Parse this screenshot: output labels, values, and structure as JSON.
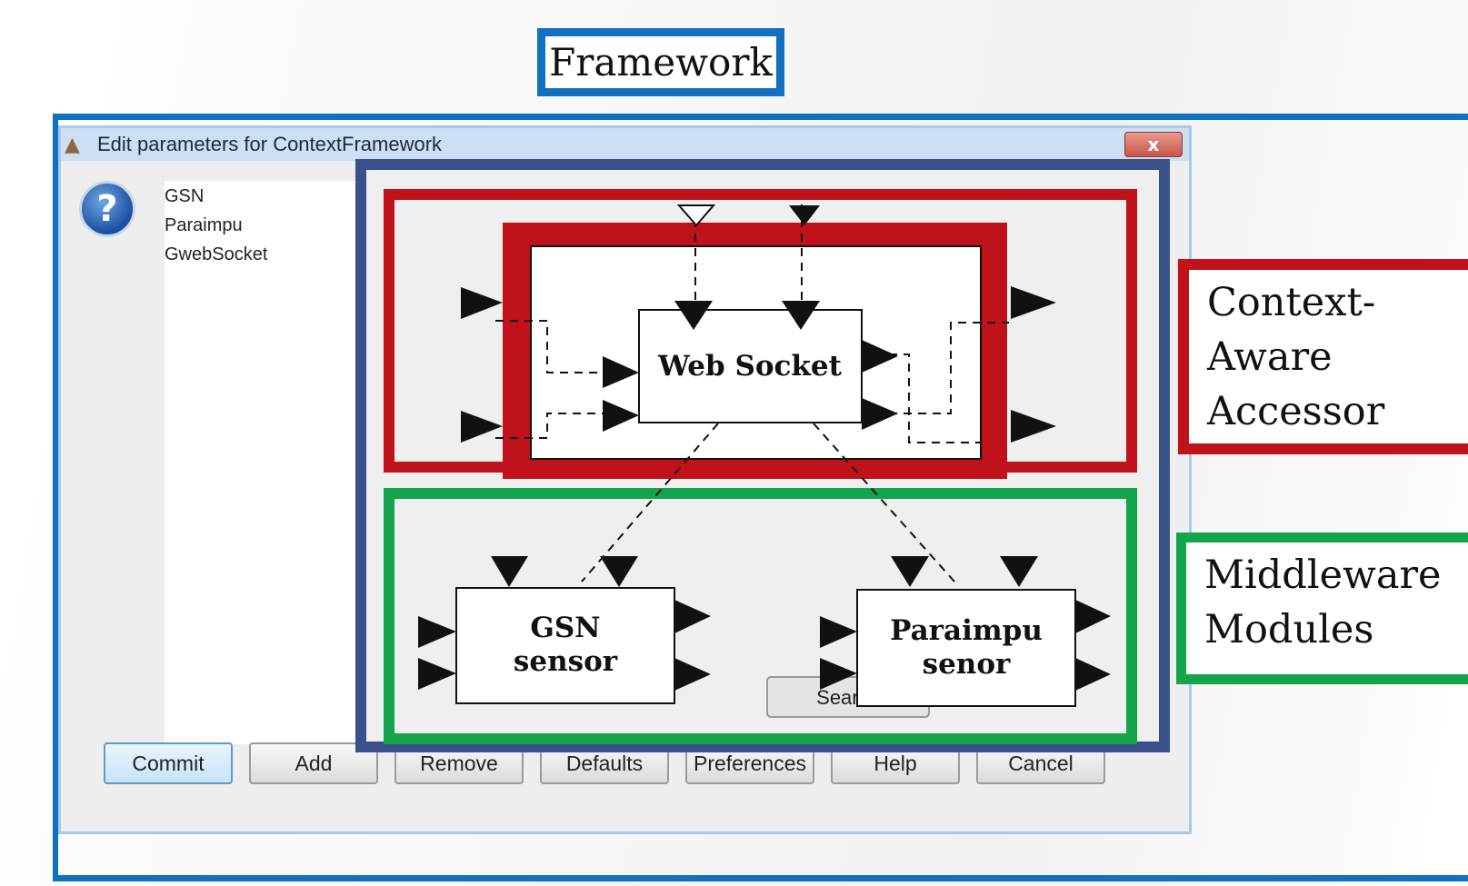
{
  "framework_label": "Framework",
  "dialog": {
    "title": "Edit parameters for ContextFramework",
    "close_label": "x",
    "help_icon": "?",
    "params": [
      "GSN",
      "Paraimpu",
      "GwebSocket"
    ],
    "buttons": [
      "Commit",
      "Add",
      "Remove",
      "Defaults",
      "Preferences",
      "Help",
      "Cancel"
    ]
  },
  "diagram": {
    "web_socket": "Web Socket",
    "gsn_sensor": [
      "GSN",
      "sensor"
    ],
    "paraimpu_senor": [
      "Paraimpu",
      "senor"
    ],
    "search_button": "Search"
  },
  "labels": {
    "context_aware_accessor": [
      "Context-",
      "Aware",
      "Accessor"
    ],
    "middleware_modules": [
      "Middleware",
      "Modules"
    ]
  },
  "colors": {
    "framework_blue": "#1170c0",
    "accessor_red": "#c0121a",
    "middleware_green": "#13a54c",
    "diagram_frame": "#3a5088"
  }
}
